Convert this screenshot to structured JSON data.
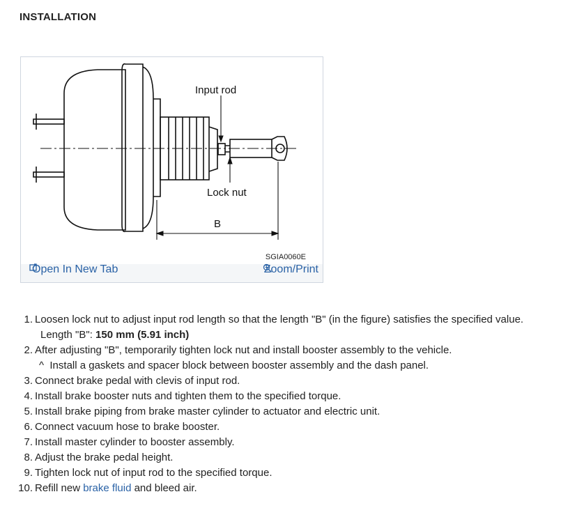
{
  "heading": "INSTALLATION",
  "figure": {
    "labels": {
      "input_rod": "Input rod",
      "lock_nut": "Lock nut",
      "b": "B"
    },
    "code": "SGIA0060E",
    "open_new_tab": "Open In New Tab",
    "zoom_print": "Zoom/Print",
    "icons": {
      "open": "open-new-tab-icon",
      "zoom": "zoom-icon"
    },
    "link_color": "#2a62a6"
  },
  "steps": [
    {
      "num": "1.",
      "text": "Loosen lock nut to adjust input rod length so that the length \"B\" (in the figure) satisfies the specified value.",
      "sub_label": "Length \"B\": ",
      "sub_value": "150 mm (5.91 inch)"
    },
    {
      "num": "2.",
      "text": "After adjusting \"B\", temporarily tighten lock nut and install booster assembly to the vehicle.",
      "note_mark": "^",
      "note": "Install a gaskets and spacer block between booster assembly and the dash panel."
    },
    {
      "num": "3.",
      "text": "Connect brake pedal with clevis of input rod."
    },
    {
      "num": "4.",
      "text": "Install brake booster nuts and tighten them to the specified torque."
    },
    {
      "num": "5.",
      "text": "Install brake piping from brake master cylinder to actuator and electric unit."
    },
    {
      "num": "6.",
      "text": "Connect vacuum hose to brake booster."
    },
    {
      "num": "7.",
      "text": "Install master cylinder to booster assembly."
    },
    {
      "num": "8.",
      "text": "Adjust the brake pedal height."
    },
    {
      "num": "9.",
      "text": "Tighten lock nut of input rod to the specified torque."
    },
    {
      "num": "10.",
      "text_before": "Refill new ",
      "link": "brake fluid",
      "text_after": " and bleed air."
    }
  ]
}
